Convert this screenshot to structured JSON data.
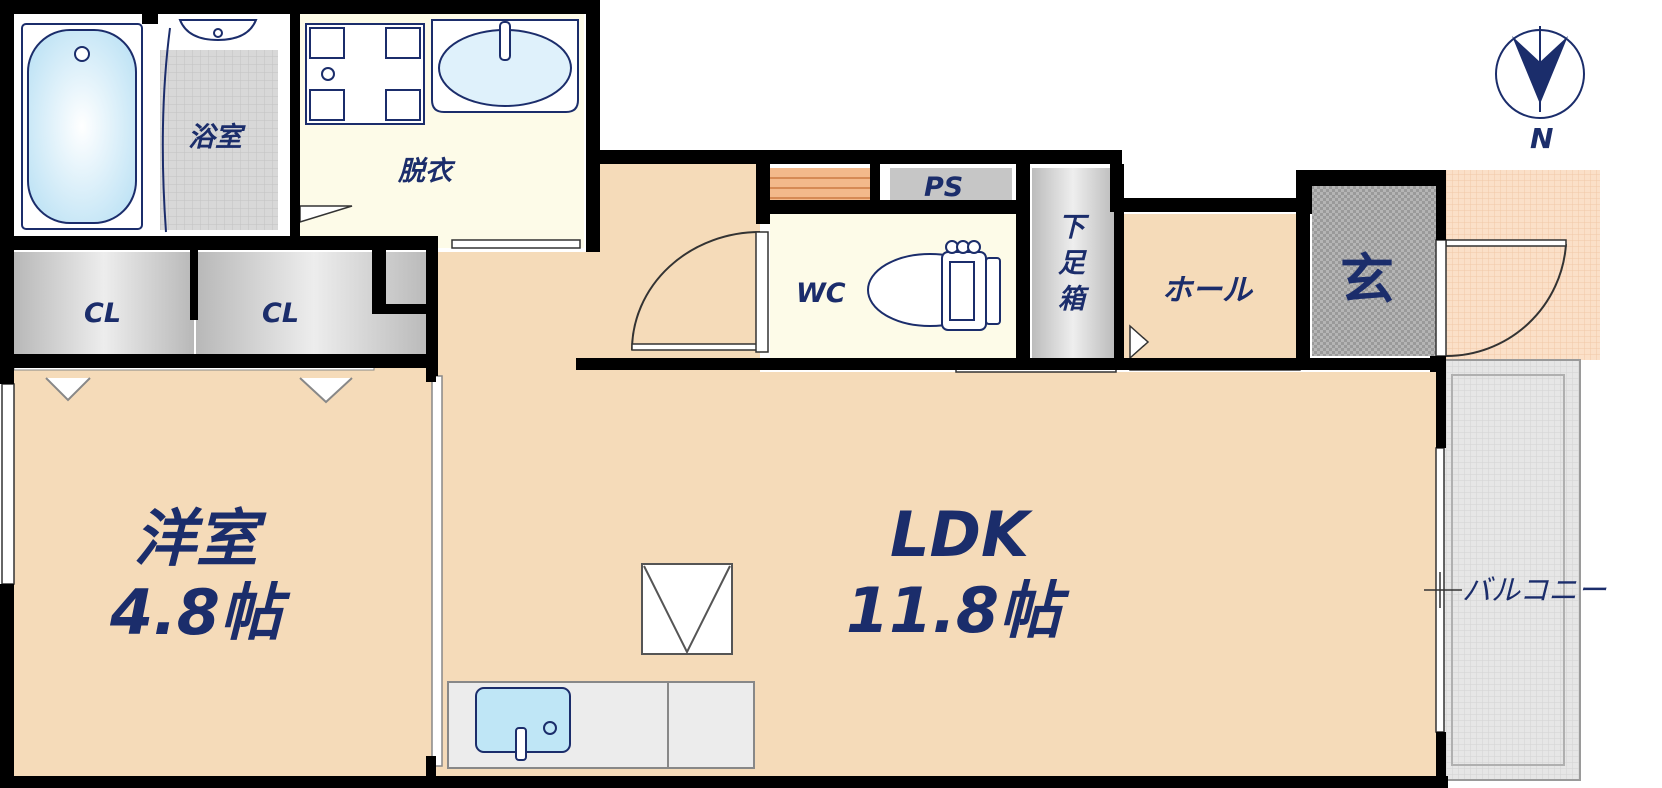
{
  "colors": {
    "wall": "#000000",
    "floor": "#f5dbb9",
    "wet_floor": "#fdfbe8",
    "closet": "#c9c9c9",
    "genkan_tile": "#9a9a9a",
    "label": "#1b2d6b",
    "fixture_blue": "#dff1fb"
  },
  "rooms": {
    "bath": {
      "label": "浴室"
    },
    "dressing": {
      "label": "脱衣"
    },
    "closet_left": {
      "label": "CL"
    },
    "closet_right": {
      "label": "CL"
    },
    "bedroom": {
      "label_line1": "洋室",
      "label_line2": "4.8帖"
    },
    "ldk": {
      "label_line1": "LDK",
      "label_line2": "11.8帖"
    },
    "toilet": {
      "label": "WC"
    },
    "pipe_space": {
      "label": "PS"
    },
    "shoe_cabinet": {
      "label": [
        "下",
        "足",
        "箱"
      ]
    },
    "hall": {
      "label": "ホール"
    },
    "entrance": {
      "label": "玄"
    },
    "balcony": {
      "label": "バルコニー"
    }
  },
  "compass": {
    "label": "N",
    "icon": "north-arrow-icon"
  }
}
